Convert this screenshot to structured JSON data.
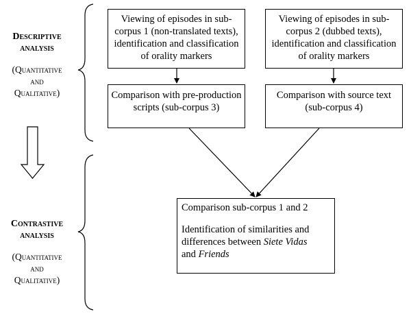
{
  "descriptive": {
    "title_line1": "Descriptive",
    "title_line2": "analysis",
    "sub_line1": "(Quantitative",
    "sub_line2": "and",
    "sub_line3": "Qualitative)"
  },
  "contrastive": {
    "title_line1": "Contrastive",
    "title_line2": "analysis",
    "sub_line1": "(Quantitative",
    "sub_line2": "and",
    "sub_line3": "Qualitative)"
  },
  "boxes": {
    "viewing_1": {
      "line1": "Viewing of episodes in sub-",
      "line2": "corpus 1 (non-translated texts),",
      "line3": "identification and classification",
      "line4": "of orality markers"
    },
    "viewing_2": {
      "line1": "Viewing of episodes in sub-",
      "line2": "corpus 2 (dubbed texts),",
      "line3": "identification and classification",
      "line4": "of orality markers"
    },
    "comparison_3": {
      "line1": "Comparison with pre-production",
      "line2": "scripts (sub-corpus 3)"
    },
    "comparison_4": {
      "line1": "Comparison with source text",
      "line2": "(sub-corpus 4)"
    },
    "final": {
      "line1": "Comparison sub-corpus 1 and 2",
      "line2": "Identification of similarities and",
      "line3_prefix": "differences between ",
      "line3_italic": "Siete Vidas",
      "line4_italic": "Friends",
      "line4_prefix": "and "
    }
  }
}
